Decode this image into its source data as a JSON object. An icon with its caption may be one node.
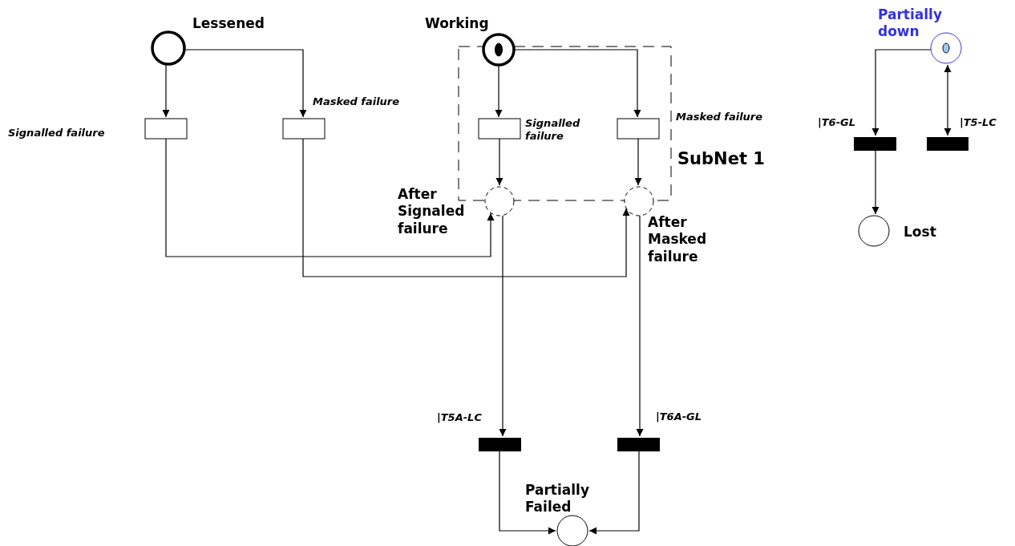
{
  "diagram": {
    "nodes": [
      {
        "text": [
          "Lessened"
        ]
      },
      {
        "text": [
          "Working"
        ]
      },
      {
        "text": [
          "Partially down"
        ]
      },
      {
        "text": [
          "SubNet 1"
        ]
      },
      {
        "text": [
          "Signalled failure"
        ]
      },
      {
        "text": [
          "Masked failure"
        ]
      },
      {
        "text": [
          "Signalled failure"
        ],
        "in": 3
      },
      {
        "text": [
          "Masked failure"
        ],
        "in": 3
      },
      {
        "text": [
          "|T6-GL"
        ]
      },
      {
        "text": [
          "|T5-LC"
        ]
      },
      {
        "text": [
          "After Signaled failure"
        ]
      },
      {
        "text": [
          "After Masked failure"
        ]
      },
      {
        "text": [
          "Lost"
        ]
      },
      {
        "text": [
          "|T5A-LC"
        ]
      },
      {
        "text": [
          "|T6A-GL"
        ]
      },
      {
        "text": [
          "Partially Failed"
        ]
      }
    ],
    "edges": [
      {
        "from": 0,
        "to": 4,
        "arrow": "to"
      },
      {
        "from": 0,
        "to": 5,
        "arrow": "to"
      },
      {
        "from": 1,
        "to": 6,
        "arrow": "to"
      },
      {
        "from": 1,
        "to": 7,
        "arrow": "to"
      },
      {
        "from": 6,
        "to": 10,
        "arrow": "to"
      },
      {
        "from": 7,
        "to": 11,
        "arrow": "to"
      },
      {
        "from": 4,
        "to": 10,
        "arrow": "to"
      },
      {
        "from": 5,
        "to": 11,
        "arrow": "to"
      },
      {
        "from": 10,
        "to": 13,
        "arrow": "to"
      },
      {
        "from": 11,
        "to": 14,
        "arrow": "to"
      },
      {
        "from": 13,
        "to": 15,
        "arrow": "to"
      },
      {
        "from": 14,
        "to": 15,
        "arrow": "to"
      },
      {
        "from": 2,
        "to": 8,
        "arrow": "to"
      },
      {
        "from": 2,
        "to": 9,
        "arrow": "both"
      },
      {
        "from": 8,
        "to": 12,
        "arrow": "to"
      }
    ]
  }
}
